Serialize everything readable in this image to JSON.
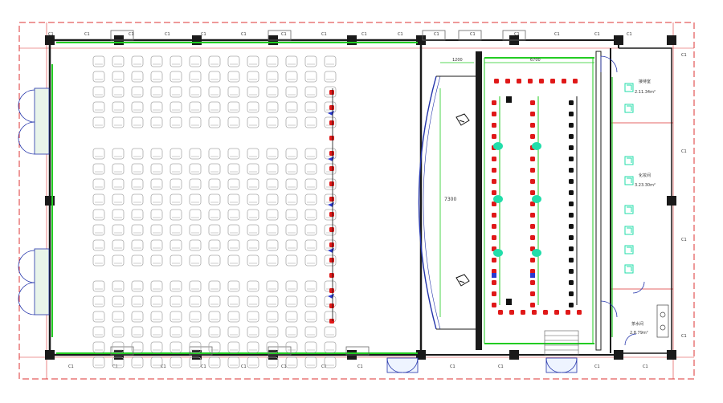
{
  "colors": {
    "wall": "#1a1a1a",
    "window_line": "#22cc22",
    "dimension_line": "#dd3333",
    "blueprint_line": "#2233aa",
    "seat_outline": "#aaaaaa",
    "chair_red": "#e01818",
    "chair_blue": "#2a3ad0",
    "chair_dark": "#111111",
    "plant": "#22ddaa"
  },
  "window_tag": "C1",
  "rooms": {
    "reception": {
      "name": "接待室",
      "area": "2.11.34m²"
    },
    "office": {
      "name": "化妆间",
      "area": "3.23.30m²"
    },
    "wash": {
      "name": "茶水间",
      "area": "2.8.79m²"
    }
  },
  "dims": {
    "top_small": "1200",
    "top_large": "6700",
    "stage_depth": "7300"
  },
  "icons": {
    "seat": "seat-icon",
    "door": "door-swing-icon",
    "plant": "plant-icon",
    "podium": "podium-icon"
  }
}
